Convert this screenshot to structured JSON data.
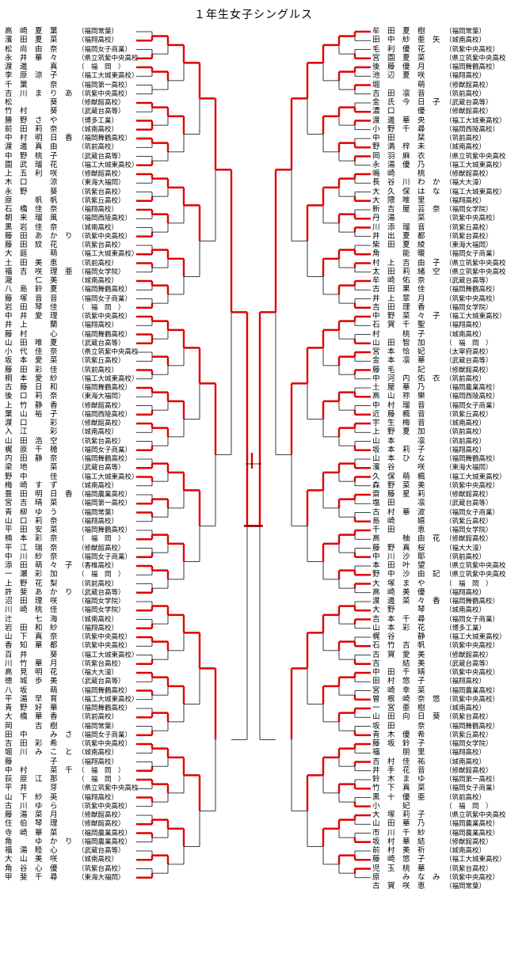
{
  "title": "１年生女子シングルス",
  "colors": {
    "winner_line": "#e00000",
    "bracket_line": "#000000"
  },
  "left_players": [
    {
      "name": "高　崎　夏　葉",
      "school": "（福岡常葉）"
    },
    {
      "name": "濱　田　夏　菜",
      "school": "（福翔高校）"
    },
    {
      "name": "松　尚　由　奈",
      "school": "（福岡女子商業）"
    },
    {
      "name": "永　井　華　々",
      "school": "（県立筑紫中央高校）"
    },
    {
      "name": "渡　邊　　　真",
      "school": "（　福　岡　）"
    },
    {
      "name": "李　原　涼　子",
      "school": "（福工大城東高校）"
    },
    {
      "name": "千　葉　　　奈",
      "school": "（福岡第一高校）"
    },
    {
      "name": "吉　川　ま　り　あ",
      "school": "（筑紫中央高校）"
    },
    {
      "name": "松　　　　　葵",
      "school": "（修猷館高校）"
    },
    {
      "name": "竹　村　　　葵",
      "school": "（武蔵台高等）"
    },
    {
      "name": "勝　野　さ　や",
      "school": "（博多工業）"
    },
    {
      "name": "前　田　莉　奈",
      "school": "（城南高校）"
    },
    {
      "name": "中　村　明　日　香",
      "school": "（福岡舞鶴高校）"
    },
    {
      "name": "渡　邊　真　由",
      "school": "（筑前高校）"
    },
    {
      "name": "中　野　桃　子",
      "school": "（武蔵台高等）"
    },
    {
      "name": "園　武　瑠　花",
      "school": "（福工大城東高校）"
    },
    {
      "name": "上　五　利　咲",
      "school": "（修猷館高校）"
    },
    {
      "name": "木　口　　　涼",
      "school": "（東海大福岡）"
    },
    {
      "name": "永　野　　　葵",
      "school": "（筑紫台高校）"
    },
    {
      "name": "原　　　帆　帆",
      "school": "（筑紫丘高校）"
    },
    {
      "name": "石　橋　佳　奈",
      "school": "（福翔高校）"
    },
    {
      "name": "朝　来　瑠　風",
      "school": "（福岡西陵高校）"
    },
    {
      "name": "黒　岩　佳　奈",
      "school": "（城南高校）"
    },
    {
      "name": "藤　田　あ　か　り",
      "school": "（筑紫中央高校）"
    },
    {
      "name": "藤　田　紋　花",
      "school": "（筑紫台高校）"
    },
    {
      "name": "大　庭　　　萌",
      "school": "（福工大城東高校）"
    },
    {
      "name": "土　田　美　恵",
      "school": "（筑前高校）"
    },
    {
      "name": "福　吉　咲　理　亜",
      "school": "（福岡女学院）"
    },
    {
      "name": "瀧　　　仁　美",
      "school": "（城南高校）"
    },
    {
      "name": "八　島　鈴　夏",
      "school": "（福岡舞鶴高校）"
    },
    {
      "name": "藤　塚　音　音",
      "school": "（福岡女子商業）"
    },
    {
      "name": "岩　田　琴　佳",
      "school": "（　福　岡　）"
    },
    {
      "name": "中　井　愛　理",
      "school": "（筑紫中央高校）"
    },
    {
      "name": "井　上　　　蘭",
      "school": "（福翔高校）"
    },
    {
      "name": "藤　村　　　心",
      "school": "（福岡舞鶴高校）"
    },
    {
      "name": "山　田　唯　夏",
      "school": "（武蔵台高等）"
    },
    {
      "name": "小　代　佳　奈",
      "school": "（県立筑紫中央高校）"
    },
    {
      "name": "坂　本　愛　菜",
      "school": "（筑紫丘高校）"
    },
    {
      "name": "藤　田　彩　佳",
      "school": "（筑前高校）"
    },
    {
      "name": "桐　本　愛　紗",
      "school": "（福工大城東高校）"
    },
    {
      "name": "古　藤　日　和",
      "school": "（福岡舞鶴高校）"
    },
    {
      "name": "後　口　莉　奈",
      "school": "（東海大福岡）"
    },
    {
      "name": "上　竹　静　香",
      "school": "（修猷館高校）"
    },
    {
      "name": "葉　山　裕　子",
      "school": "（福岡西陵高校）"
    },
    {
      "name": "渡　口　　　彩",
      "school": "（修猷館高校）"
    },
    {
      "name": "入　江　　　彩",
      "school": "（城南高校）"
    },
    {
      "name": "山　田　浩　空",
      "school": "（筑紫台高校）"
    },
    {
      "name": "梶　原　千　穂",
      "school": "（福岡女子商業）"
    },
    {
      "name": "内　田　静　奈",
      "school": "（福岡舞鶴高校）"
    },
    {
      "name": "梁　地　　　菜",
      "school": "（武蔵台高等）"
    },
    {
      "name": "野　中　　　佳",
      "school": "（福工大城東高校）"
    },
    {
      "name": "梅　崎　す　ず",
      "school": "（城南高校）"
    },
    {
      "name": "豊　田　明　日　香",
      "school": "（福岡農業高校）"
    },
    {
      "name": "宮　吉　晴　菜",
      "school": "（福岡第一高校）"
    },
    {
      "name": "青　柳　ゆ　う",
      "school": "（福岡常葉）"
    },
    {
      "name": "山　口　莉　奈",
      "school": "（福翔高校）"
    },
    {
      "name": "平　田　安　菜",
      "school": "（福岡舞鶴高校）"
    },
    {
      "name": "楠　本　彩　奈",
      "school": "（　福　岡　）"
    },
    {
      "name": "平　江　瑞　奈",
      "school": "（修猷館高校）"
    },
    {
      "name": "中　川　紗　奈",
      "school": "（福岡女子商業）"
    },
    {
      "name": "添　田　萌　々　子",
      "school": "（香椎高校）"
    },
    {
      "name": "一　瀬　彩　加",
      "school": "（　福　岡　）"
    },
    {
      "name": "上　野　花　梨",
      "school": "（筑前高校）"
    },
    {
      "name": "許　斐　あ　か　り",
      "school": "（武蔵台高等）"
    },
    {
      "name": "沼　田　理　咲",
      "school": "（福岡女学院）"
    },
    {
      "name": "川　崎　桃　佳",
      "school": "（福岡女学院）"
    },
    {
      "name": "辻　　　七　海",
      "school": "（城南高校）"
    },
    {
      "name": "岩　田　和　紗",
      "school": "（福翔高校）"
    },
    {
      "name": "山　下　真　奈",
      "school": "（筑紫中央高校）"
    },
    {
      "name": "香　知　華　都",
      "school": "（筑紫中央高校）"
    },
    {
      "name": "百　井　　　葵",
      "school": "（福工大城東高校）"
    },
    {
      "name": "川　竹　華　月",
      "school": "（筑紫台高校）"
    },
    {
      "name": "高　見　明　花",
      "school": "（福大大濠）"
    },
    {
      "name": "徳　城　歩　美",
      "school": "（武蔵台高等）"
    },
    {
      "name": "八　坂　　　萌",
      "school": "（福岡舞鶴高校）"
    },
    {
      "name": "平　湯　早　育",
      "school": "（福工大城東高校）"
    },
    {
      "name": "青　野　好　華",
      "school": "（福岡舞鶴高校）"
    },
    {
      "name": "大　橋　華　香",
      "school": "（筑前高校）"
    },
    {
      "name": "岡　　　吉　樹",
      "school": "（福岡常葉）"
    },
    {
      "name": "田　中　　　み　さ",
      "school": "（福岡女子商業）"
    },
    {
      "name": "吉　田　彩　希",
      "school": "（筑紫中央高校）"
    },
    {
      "name": "堀　川　み　こ　と",
      "school": "（城南高校）"
    },
    {
      "name": "藤　　　　　子",
      "school": "（福翔高校）"
    },
    {
      "name": "中　村　　　菜　千",
      "school": "（　福　岡　）"
    },
    {
      "name": "荻　原　江　那",
      "school": "（　福　岡　）"
    },
    {
      "name": "平　井　　　芽",
      "school": "（県立筑紫中央高校）"
    },
    {
      "name": "山　下　紗　英",
      "school": "（福翔高校）"
    },
    {
      "name": "古　川　ゆ　ら",
      "school": "（筑紫中央高校）"
    },
    {
      "name": "藤　湯　菜　月",
      "school": "（修猷館高校）"
    },
    {
      "name": "住　伯　琴　理",
      "school": "（修猷館高校）"
    },
    {
      "name": "寺　崎　華　菜",
      "school": "（福岡農業高校）"
    },
    {
      "name": "角　　　ゆ　か　り",
      "school": "（福岡農業高校）"
    },
    {
      "name": "福　湯　睦　心",
      "school": "（武蔵台高等）"
    },
    {
      "name": "大　山　美　咲",
      "school": "（城南高校）"
    },
    {
      "name": "角　谷　心　優",
      "school": "（筑紫台高校）"
    },
    {
      "name": "甲　斐　千　尋",
      "school": "（東海大福岡）"
    }
  ],
  "right_players": [
    {
      "name": "牟　田　夏　樹",
      "school": "（福岡常葉）"
    },
    {
      "name": "田　中　紗　亜　矢",
      "school": "（城南高校）"
    },
    {
      "name": "毛　利　優　花",
      "school": "（筑紫中央高校）"
    },
    {
      "name": "宮　園　夏　菜",
      "school": "（県立筑紫中央高校）"
    },
    {
      "name": "後　藤　優　月",
      "school": "（福岡舞鶴高校）"
    },
    {
      "name": "池　辺　夏　咲",
      "school": "（福翔高校）"
    },
    {
      "name": "堀　　　　　萌",
      "school": "（修猷館高校）"
    },
    {
      "name": "吉　田　凛　音",
      "school": "（筑前高校）"
    },
    {
      "name": "金　氏　今　日　子",
      "school": "（武蔵台高等）"
    },
    {
      "name": "濃　口　　　優",
      "school": "（修猷館高校）"
    },
    {
      "name": "渡　邊　華　央",
      "school": "（福工大城東高校）"
    },
    {
      "name": "小　野　千　尋",
      "school": "（福岡西陵高校）"
    },
    {
      "name": "中　田　　　栞",
      "school": "（筑前高校）"
    },
    {
      "name": "野　満　梓　未",
      "school": "（城南高校）"
    },
    {
      "name": "岡　羽　麻　衣",
      "school": "（県立筑紫中央高校）"
    },
    {
      "name": "永　湯　優　乃",
      "school": "（福工大城東高校）"
    },
    {
      "name": "嶋　崎　　　桃",
      "school": "（修猷館高校）"
    },
    {
      "name": "長　谷　川　わ　か　菜",
      "school": "（福大大濠）"
    },
    {
      "name": "大　久　保　は　な",
      "school": "（福工大城東高校）"
    },
    {
      "name": "大　隈　唯　里",
      "school": "（福翔高校）"
    },
    {
      "name": "新　吉　屋　芸　奈",
      "school": "（福岡女学院）"
    },
    {
      "name": "丹　湯　　　菜",
      "school": "（筑紫中央高校）"
    },
    {
      "name": "川　添　瑠　音",
      "school": "（筑紫丘高校）"
    },
    {
      "name": "井　出　夏　都",
      "school": "（筑紫台高校）"
    },
    {
      "name": "柴　田　夏　綾",
      "school": "（東海大福岡）"
    },
    {
      "name": "角　　　能　暖",
      "school": "（福岡女子商業）"
    },
    {
      "name": "村　上　吉　由　子",
      "school": "（県立筑紫中央高校）"
    },
    {
      "name": "太　田　莉　緒　空",
      "school": "（県立筑紫中央高校）"
    },
    {
      "name": "牟　崎　佑　奈",
      "school": "（武蔵台高等）"
    },
    {
      "name": "古　田　果　佳",
      "school": "（福岡舞鶴高校）"
    },
    {
      "name": "井　上　翠　月",
      "school": "（筑紫中央高校）"
    },
    {
      "name": "吉　田　理　香",
      "school": "（福岡女学院）"
    },
    {
      "name": "中　野　菜　々　子",
      "school": "（福工大城東高校）"
    },
    {
      "name": "石　賀　千　聖",
      "school": "（福翔高校）"
    },
    {
      "name": "村　　　桃　子",
      "school": "（城南高校）"
    },
    {
      "name": "山　田　智　加",
      "school": "（　福　岡　）"
    },
    {
      "name": "宮　本　恰　妃",
      "school": "（太宰府高校）"
    },
    {
      "name": "金　本　凛　華",
      "school": "（武蔵台高等）"
    },
    {
      "name": "藤　毛　　　記",
      "school": "（修猷館高校）"
    },
    {
      "name": "中　河　内　佑　衣",
      "school": "（筑前高校）"
    },
    {
      "name": "土　屋　華　乃",
      "school": "（福岡農業高校）"
    },
    {
      "name": "高　山　祢　樂",
      "school": "（福岡西陵高校）"
    },
    {
      "name": "中　村　瑠　音",
      "school": "（福岡女子商業）"
    },
    {
      "name": "近　藤　楓　音",
      "school": "（筑紫丘高校）"
    },
    {
      "name": "宇　生　梅　音",
      "school": "（城南高校）"
    },
    {
      "name": "上　野　夏　加",
      "school": "（筑前高校）"
    },
    {
      "name": "山　本　　　凛",
      "school": "（筑前高校）"
    },
    {
      "name": "坂　本　莉　子",
      "school": "（福翔高校）"
    },
    {
      "name": "山　本　ひ　な",
      "school": "（福岡舞鶴高校）"
    },
    {
      "name": "濱　谷　　　咲",
      "school": "（東海大福岡）"
    },
    {
      "name": "久　保　萌　楓",
      "school": "（福工大城東高校）"
    },
    {
      "name": "森　野　菜　美",
      "school": "（筑紫中央高校）"
    },
    {
      "name": "齋　藤　星　莉",
      "school": "（修猷館高校）"
    },
    {
      "name": "塩　田　　　凛",
      "school": "（武蔵台高等）"
    },
    {
      "name": "古　村　華　波",
      "school": "（福岡女子商業）"
    },
    {
      "name": "島　崎　　　嬉",
      "school": "（筑紫丘高校）"
    },
    {
      "name": "千　田　　　恵",
      "school": "（福岡女学院）"
    },
    {
      "name": "高　　　柚　由　花",
      "school": "（修猷館高校）"
    },
    {
      "name": "藤　野　真　桜",
      "school": "（福大大濠）"
    },
    {
      "name": "中　川　沙　耶",
      "school": "（筑前高校）"
    },
    {
      "name": "本　田　叶　望",
      "school": "（県立筑紫中央高校）"
    },
    {
      "name": "野　中　沙　由　記",
      "school": "（県立筑紫中央高校）"
    },
    {
      "name": "大　塚　ま　や",
      "school": "（　福　岡　）"
    },
    {
      "name": "高　崎　美　優",
      "school": "（福翔高校）"
    },
    {
      "name": "渡　邊　菜　々　香",
      "school": "（福岡舞鶴高校）"
    },
    {
      "name": "大　野　　　琴",
      "school": "（城南高校）"
    },
    {
      "name": "吉　本　千　尋",
      "school": "（福岡女子商業）"
    },
    {
      "name": "山　本　彩　花",
      "school": "（博多工業）"
    },
    {
      "name": "梶　谷　　　静",
      "school": "（福工大城東高校）"
    },
    {
      "name": "石　竹　吉　帆",
      "school": "（筑紫中央高校）"
    },
    {
      "name": "古　賀　愛　美",
      "school": "（修猷館高校）"
    },
    {
      "name": "吉　　　結　美",
      "school": "（武蔵台高等）"
    },
    {
      "name": "中　田　千　晴",
      "school": "（筑紫中央高校）"
    },
    {
      "name": "田　村　悠　子",
      "school": "（福翔高校）"
    },
    {
      "name": "宮　崎　幸　菜",
      "school": "（福岡農業高校）"
    },
    {
      "name": "曽　根　崎　奈　悠",
      "school": "（筑紫中央高校）"
    },
    {
      "name": "一　宮　亜　樹",
      "school": "（城南高校）"
    },
    {
      "name": "山　田　向　日　葵",
      "school": "（筑紫台高校）"
    },
    {
      "name": "坂　田　　　奈",
      "school": "（福岡舞鶴高校）"
    },
    {
      "name": "青　木　優　希",
      "school": "（筑紫丘高校）"
    },
    {
      "name": "藤　坂　鈴　子",
      "school": "（福岡女学院）"
    },
    {
      "name": "福　　　朋　里",
      "school": "（福翔高校）"
    },
    {
      "name": "吉　村　佳　祐",
      "school": "（城南高校）"
    },
    {
      "name": "井　手　花　音",
      "school": "（修猷館高校）"
    },
    {
      "name": "鈴　木　ま　ゆ",
      "school": "（福岡第一高校）"
    },
    {
      "name": "竹　下　真　菜",
      "school": "（福岡女子商業）"
    },
    {
      "name": "黒　十　優　亜",
      "school": "（筑前高校）"
    },
    {
      "name": "小　　　妃",
      "school": "（　福　岡　）"
    },
    {
      "name": "大　塚　莉　子",
      "school": "（県立筑紫中央高校）"
    },
    {
      "name": "山　田　華　乃",
      "school": "（福岡農業高校）"
    },
    {
      "name": "市　川　千　紗",
      "school": "（福岡農業高校）"
    },
    {
      "name": "坂　村　華　結",
      "school": "（修猷館高校）"
    },
    {
      "name": "前　村　美　祈",
      "school": "（城南高校）"
    },
    {
      "name": "藤　崎　悠　子",
      "school": "（福工大城東高校）"
    },
    {
      "name": "児　玉　桃　華",
      "school": "（筑紫台高校）"
    },
    {
      "name": "原　　　み　な　み",
      "school": "（筑紫中央高校）"
    },
    {
      "name": "古　賀　咲　恵",
      "school": "（福岡常葉）"
    }
  ],
  "left_results": [
    0,
    1,
    0,
    1,
    1,
    0,
    0,
    0,
    1,
    0,
    1,
    1,
    1,
    0,
    0,
    1,
    1,
    0,
    0,
    1,
    1,
    0,
    0,
    1,
    0,
    1,
    1,
    0,
    1,
    0,
    0,
    1,
    1,
    0,
    1,
    1,
    0,
    0,
    1,
    0,
    1,
    0,
    0,
    1,
    1,
    0,
    0,
    1,
    0,
    1,
    1,
    0,
    0,
    1,
    1,
    0,
    0,
    1,
    0,
    1,
    1,
    0,
    0,
    1,
    0,
    1,
    0,
    1,
    1,
    0,
    0,
    1,
    1,
    0,
    1,
    0,
    0,
    1,
    0,
    1,
    1,
    0,
    0,
    1,
    1,
    0,
    1,
    0,
    0,
    1,
    1,
    0,
    0,
    1,
    0,
    1
  ],
  "right_results": [
    1,
    0,
    0,
    1,
    1,
    0,
    1,
    0,
    0,
    1,
    1,
    0,
    0,
    1,
    1,
    0,
    1,
    0,
    0,
    1,
    0,
    1,
    1,
    0,
    0,
    1,
    1,
    0,
    1,
    0,
    0,
    1,
    1,
    0,
    0,
    1,
    1,
    0,
    1,
    0,
    0,
    1,
    0,
    1,
    1,
    0,
    0,
    1,
    0,
    1,
    1,
    0,
    1,
    0,
    0,
    1,
    1,
    0,
    0,
    1,
    0,
    1,
    1,
    0,
    0,
    1,
    1,
    0,
    0,
    1,
    0,
    1,
    1,
    0,
    0,
    1,
    1,
    0,
    0,
    1,
    1,
    0,
    1,
    0,
    0,
    1,
    0,
    1,
    1,
    0,
    0,
    1,
    0,
    1,
    1,
    0
  ]
}
